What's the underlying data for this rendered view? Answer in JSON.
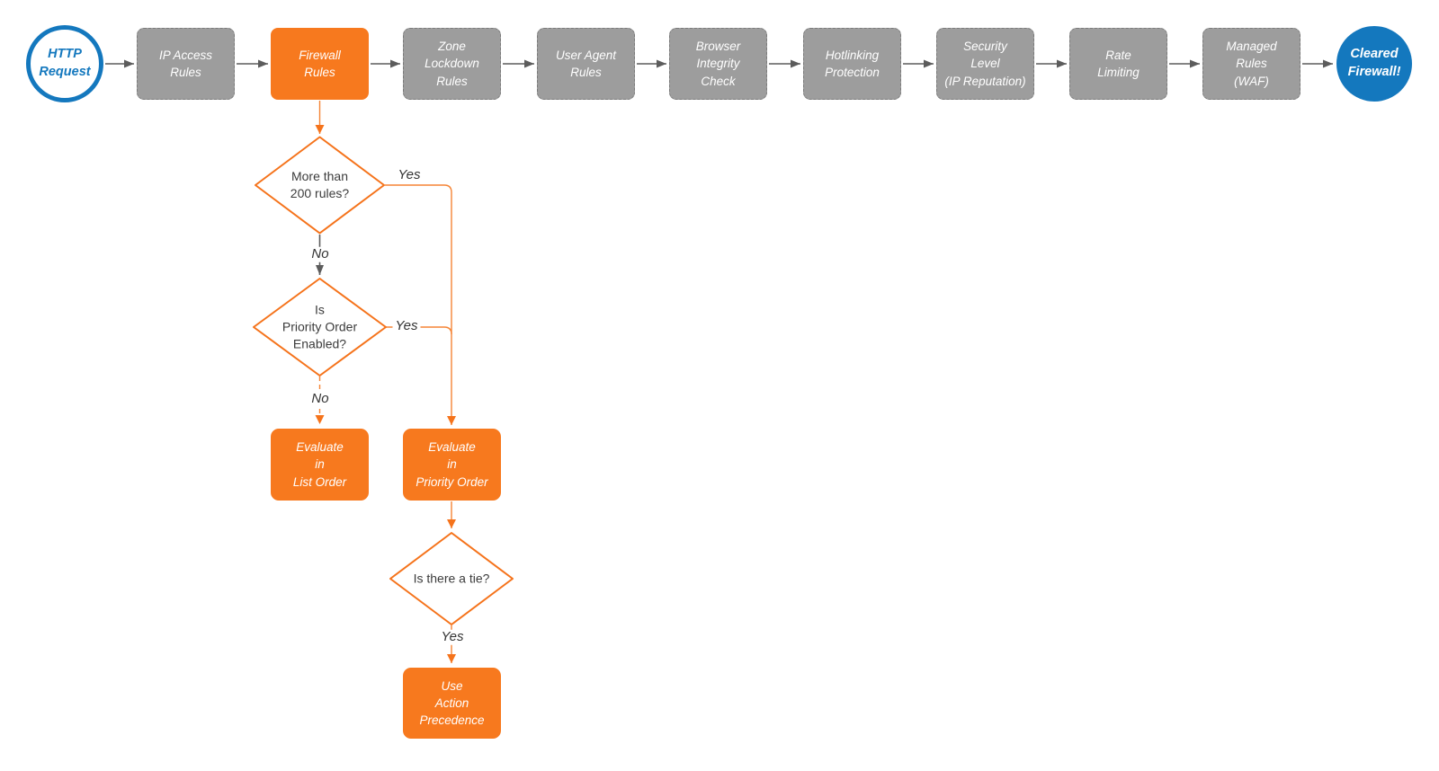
{
  "colors": {
    "orange_fill": "#F7791E",
    "orange_line": "#F5791F",
    "gray_fill": "#9D9D9D",
    "gray_line": "#5C5C5C",
    "blue": "#1478BE",
    "text_dark": "#3B3B3B",
    "node_text": "#FFFFFF"
  },
  "pipeline": {
    "start": {
      "label": "HTTP\nRequest"
    },
    "steps": [
      {
        "label": "IP Access\nRules",
        "highlighted": false
      },
      {
        "label": "Firewall\nRules",
        "highlighted": true
      },
      {
        "label": "Zone\nLockdown\nRules",
        "highlighted": false
      },
      {
        "label": "User Agent\nRules",
        "highlighted": false
      },
      {
        "label": "Browser\nIntegrity\nCheck",
        "highlighted": false
      },
      {
        "label": "Hotlinking\nProtection",
        "highlighted": false
      },
      {
        "label": "Security\nLevel\n(IP Reputation)",
        "highlighted": false
      },
      {
        "label": "Rate\nLimiting",
        "highlighted": false
      },
      {
        "label": "Managed\nRules\n(WAF)",
        "highlighted": false
      }
    ],
    "end": {
      "label": "Cleared\nFirewall!"
    }
  },
  "branch": {
    "decisions": [
      {
        "label": "More than\n200 rules?"
      },
      {
        "label": "Is\nPriority Order\nEnabled?"
      },
      {
        "label": "Is there a tie?"
      }
    ],
    "actions": [
      {
        "label": "Evaluate\nin\nList Order"
      },
      {
        "label": "Evaluate\nin\nPriority Order"
      },
      {
        "label": "Use\nAction\nPrecedence"
      }
    ],
    "labels": {
      "d1_yes": "Yes",
      "d1_no": "No",
      "d2_yes": "Yes",
      "d2_no": "No",
      "d3_yes": "Yes"
    }
  }
}
